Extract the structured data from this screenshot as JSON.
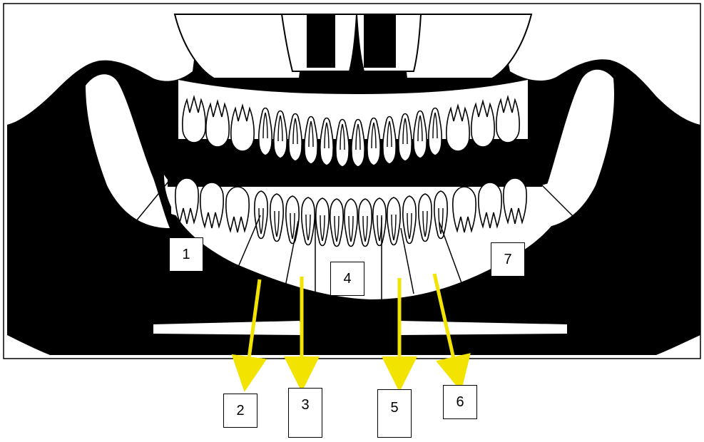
{
  "diagram": {
    "subject": "panoramic-dental-xray-illustration",
    "colors": {
      "background": "#ffffff",
      "bone": "#000000",
      "teeth": "#ffffff",
      "arrow": "#f2e400",
      "leader": "#000000"
    },
    "labels": [
      {
        "id": "1",
        "text": "1",
        "kind": "leader-line"
      },
      {
        "id": "2",
        "text": "2",
        "kind": "yellow-arrow"
      },
      {
        "id": "3",
        "text": "3",
        "kind": "yellow-arrow"
      },
      {
        "id": "4",
        "text": "4",
        "kind": "leader-line"
      },
      {
        "id": "5",
        "text": "5",
        "kind": "yellow-arrow"
      },
      {
        "id": "6",
        "text": "6",
        "kind": "yellow-arrow"
      },
      {
        "id": "7",
        "text": "7",
        "kind": "leader-line"
      }
    ]
  }
}
